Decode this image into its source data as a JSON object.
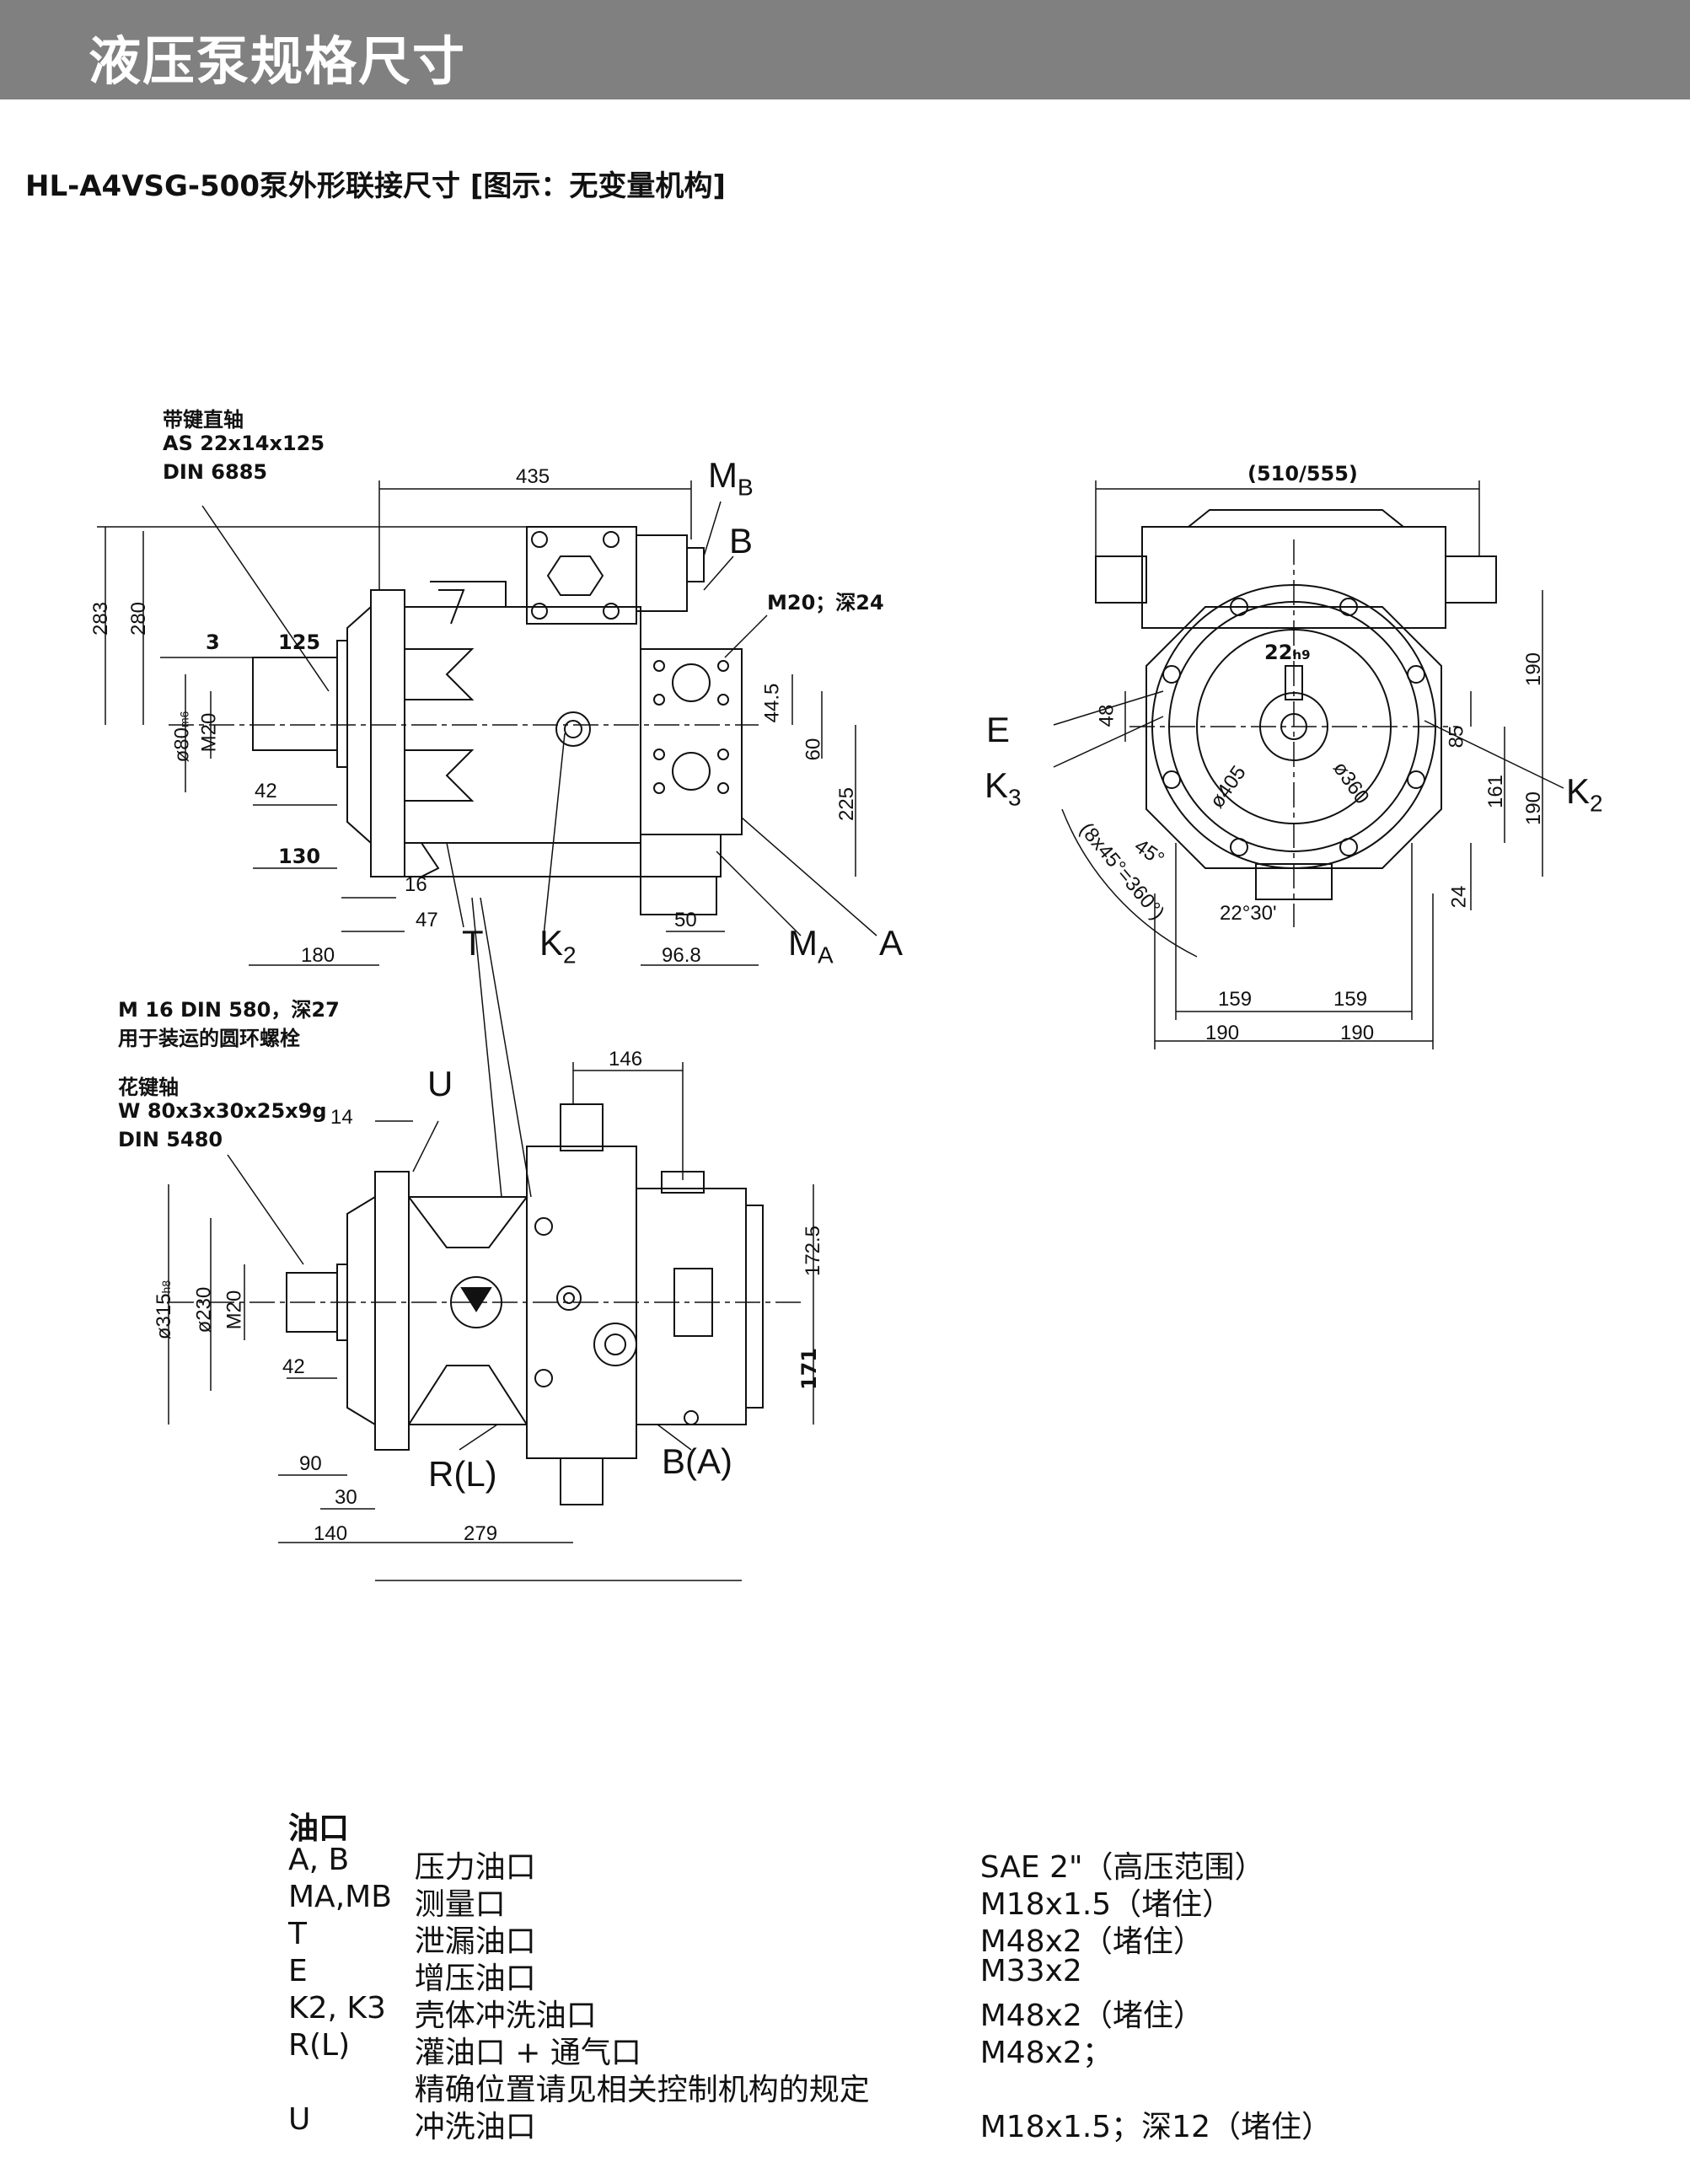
{
  "header": {
    "title": "液压泵规格尺寸"
  },
  "subtitle": "HL-A4VSG-500泵外形联接尺寸 [图示：无变量机构]",
  "view_top_left": {
    "shaft_note": [
      "带键直轴",
      "AS 22x14x125",
      "DIN 6885"
    ],
    "dims": {
      "d435": "435",
      "d283": "283",
      "d280": "280",
      "d3": "3",
      "d125": "125",
      "d80": "ø80",
      "d80tol": "m6",
      "dm20": "M20",
      "d42": "42",
      "d130": "130",
      "d16": "16",
      "d47": "47",
      "d180": "180",
      "d44_5": "44.5",
      "d60": "60",
      "d225": "225",
      "d50": "50",
      "d96_8": "96.8"
    },
    "thread_note": "M20；深24",
    "ports": {
      "MB": "M",
      "MBsub": "B",
      "B": "B",
      "T": "T",
      "K2": "K",
      "K2sub": "2",
      "MA": "M",
      "MAsub": "A",
      "A": "A"
    }
  },
  "view_top_right": {
    "dims": {
      "d510": "(510/555)",
      "d22": "22",
      "d22tol": "h9",
      "d405": "ø405",
      "d360": "ø360",
      "d48": "48",
      "d85": "85",
      "d190a": "190",
      "d161": "161",
      "d190b": "190",
      "d24": "24",
      "d45": "45°",
      "d8x45": "(8x45°=360°)",
      "d22_30": "22°30'",
      "d159a": "159",
      "d159b": "159",
      "d190c": "190",
      "d190d": "190"
    },
    "ports": {
      "E": "E",
      "K3": "K",
      "K3sub": "3",
      "K2": "K",
      "K2sub": "2"
    }
  },
  "view_bottom": {
    "eye_bolt_note": [
      "M 16 DIN 580，深27",
      "用于装运的圆环螺栓"
    ],
    "spline_note": [
      "花键轴",
      "W 80x3x30x25x9g",
      "DIN 5480"
    ],
    "dims": {
      "d146": "146",
      "d14": "14",
      "d315": "ø315",
      "d315tol": "h8",
      "d230": "ø230",
      "dm20": "M20",
      "d42": "42",
      "d172_5": "172.5",
      "d171": "171",
      "d90": "90",
      "d30": "30",
      "d140": "140",
      "d279": "279"
    },
    "ports": {
      "U": "U",
      "R": "R(L)",
      "B": "B(A)"
    }
  },
  "port_table": {
    "title": "油口",
    "rows": [
      {
        "code": "A, B",
        "desc": "压力油口",
        "spec": "SAE 2\"（高压范围）"
      },
      {
        "code": "MA,MB",
        "desc": "测量口",
        "spec": "M18x1.5（堵住）"
      },
      {
        "code": "T",
        "desc": "泄漏油口",
        "spec": "M48x2（堵住）"
      },
      {
        "code": "E",
        "desc": "增压油口",
        "spec": "M33x2"
      },
      {
        "code": "K2, K3",
        "desc": "壳体冲洗油口",
        "spec": "M48x2（堵住）"
      },
      {
        "code": "R(L)",
        "desc": "灌油口 + 通气口",
        "spec": "M48x2；"
      },
      {
        "code": "",
        "desc": "精确位置请见相关控制机构的规定",
        "spec": ""
      },
      {
        "code": "U",
        "desc": "冲洗油口",
        "spec": "M18x1.5；深12（堵住）"
      }
    ]
  }
}
